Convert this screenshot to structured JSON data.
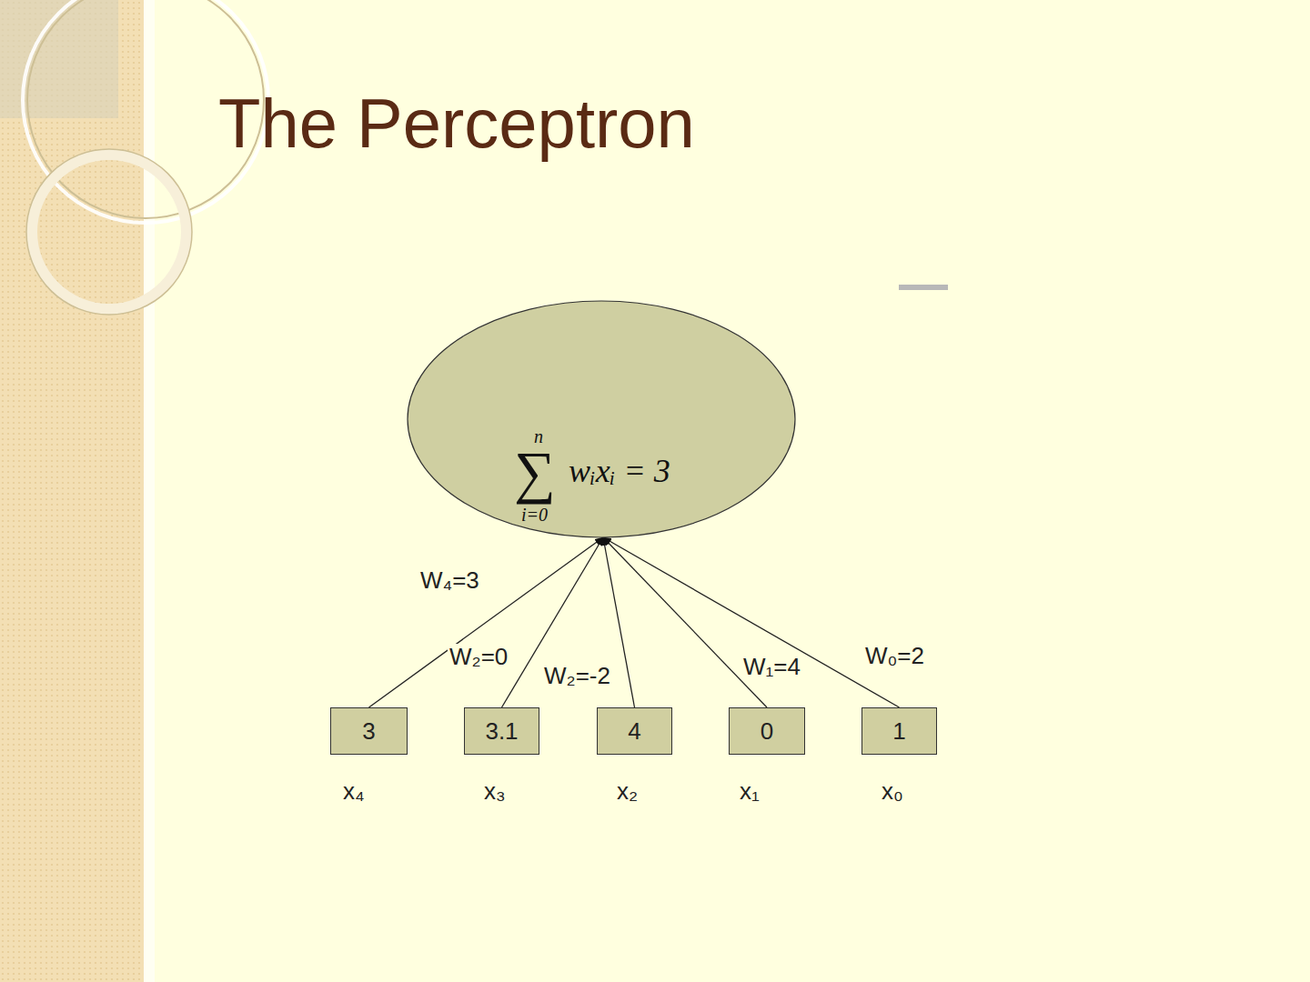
{
  "diagram": {
    "title": "The Perceptron",
    "nodes": [
      {
        "text": [
          "n",
          "∑",
          "wᵢxᵢ = 3",
          "i=0"
        ]
      },
      {
        "text": [
          "3"
        ]
      },
      {
        "text": [
          "3.1"
        ]
      },
      {
        "text": [
          "4"
        ]
      },
      {
        "text": [
          "0"
        ]
      },
      {
        "text": [
          "1"
        ]
      }
    ],
    "edges": [
      {
        "from": 1,
        "to": 0,
        "arrow": "to",
        "label": "W₄=3"
      },
      {
        "from": 2,
        "to": 0,
        "arrow": "to",
        "label": "W₂=0"
      },
      {
        "from": 3,
        "to": 0,
        "arrow": "to",
        "label": "W₂=-2"
      },
      {
        "from": 4,
        "to": 0,
        "arrow": "to",
        "label": "W₁=4"
      },
      {
        "from": 5,
        "to": 0,
        "arrow": "to",
        "label": "W₀=2"
      }
    ],
    "labels": [
      "x₄",
      "x₃",
      "x₂",
      "x₁",
      "x₀"
    ]
  }
}
